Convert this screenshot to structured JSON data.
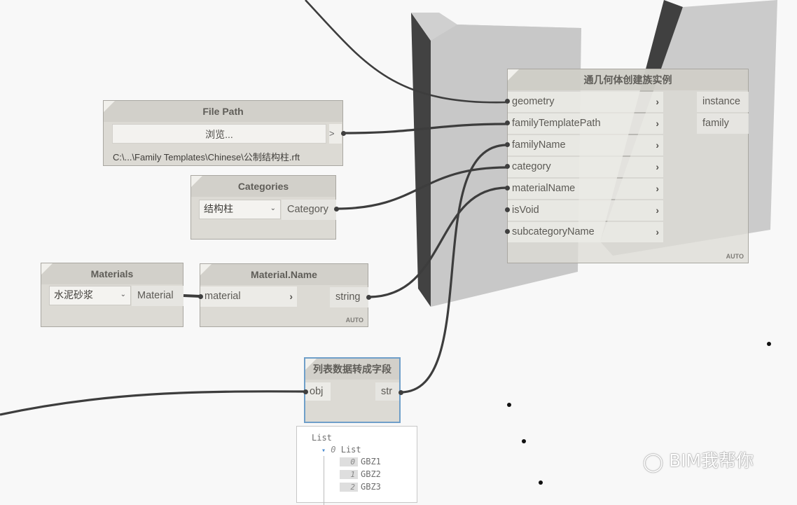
{
  "nodes": {
    "file_path": {
      "title": "File Path",
      "button_label": "浏览...",
      "output_symbol": ">",
      "path": "C:\\...\\Family Templates\\Chinese\\公制结构柱.rft"
    },
    "categories": {
      "title": "Categories",
      "selected": "结构柱",
      "output": "Category"
    },
    "materials": {
      "title": "Materials",
      "selected": "水泥砂浆",
      "output": "Material"
    },
    "material_name": {
      "title": "Material.Name",
      "input": "material",
      "output": "string",
      "lacing": "AUTO"
    },
    "create_family": {
      "title": "通几何体创建族实例",
      "inputs": [
        "geometry",
        "familyTemplatePath",
        "familyName",
        "category",
        "materialName",
        "isVoid",
        "subcategoryName"
      ],
      "outputs": [
        "instance",
        "family"
      ],
      "lacing": "AUTO"
    },
    "list_to_string": {
      "title": "列表数据转成字段",
      "input": "obj",
      "output": "str"
    }
  },
  "preview": {
    "root": "List",
    "sublist_index": "0",
    "sublist_label": "List",
    "items": [
      {
        "index": "0",
        "value": "GBZ1"
      },
      {
        "index": "1",
        "value": "GBZ2"
      },
      {
        "index": "2",
        "value": "GBZ3"
      }
    ]
  },
  "icons": {
    "expand": "chevron-right-icon",
    "collapse": "triangle-down-icon",
    "dropdown": "chevron-down-icon",
    "watermark": "wechat-icon"
  },
  "watermark": "BIM我帮你",
  "colors": {
    "canvas": "#f8f8f8",
    "node": "#dcdad4",
    "header": "#d2d0ca",
    "wire": "#3d3d3d",
    "selected": "#6f9fc9",
    "geometry_dark": "#454545",
    "geometry_light": "#c9c9c9"
  }
}
